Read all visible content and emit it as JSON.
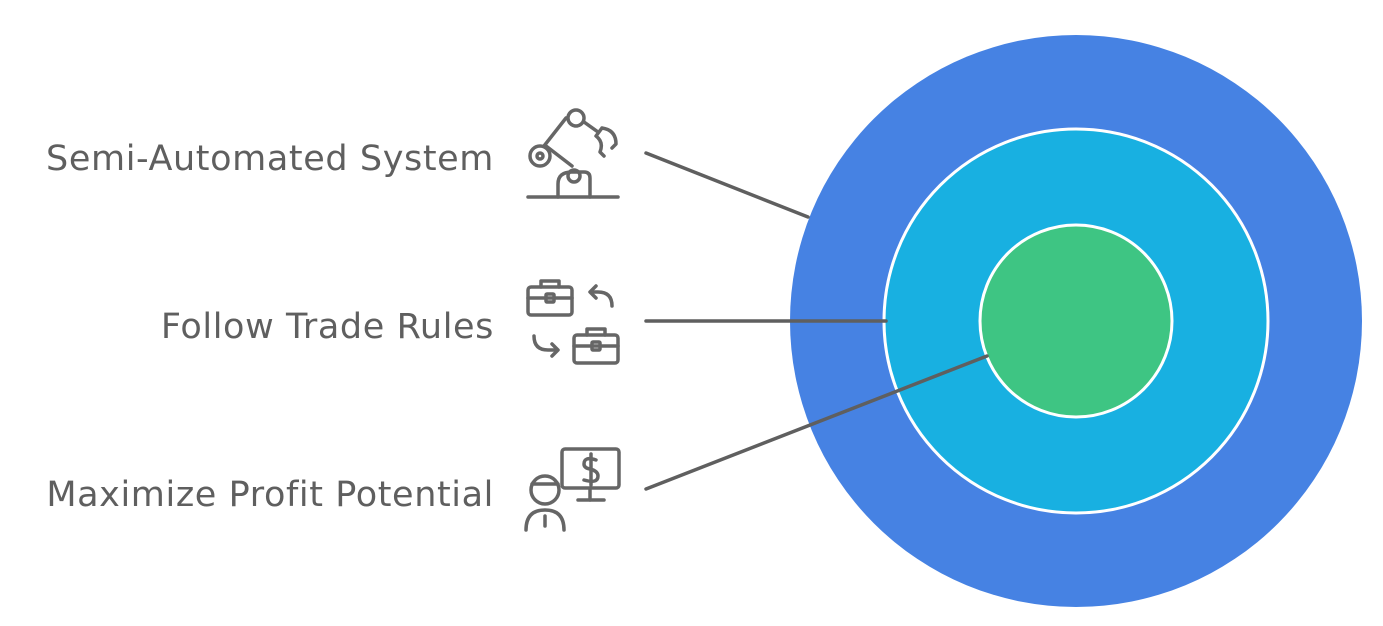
{
  "diagram": {
    "rings": [
      {
        "id": "outer",
        "color": "#4682E3"
      },
      {
        "id": "middle",
        "color": "#18B0E1"
      },
      {
        "id": "inner",
        "color": "#3EC583"
      }
    ],
    "items": [
      {
        "label": "Semi-Automated System",
        "icon": "robot-arm-icon",
        "target_ring": "outer"
      },
      {
        "label": "Follow Trade Rules",
        "icon": "briefcase-exchange-icon",
        "target_ring": "middle"
      },
      {
        "label": "Maximize Profit Potential",
        "icon": "investor-monitor-dollar-icon",
        "target_ring": "inner"
      }
    ]
  }
}
